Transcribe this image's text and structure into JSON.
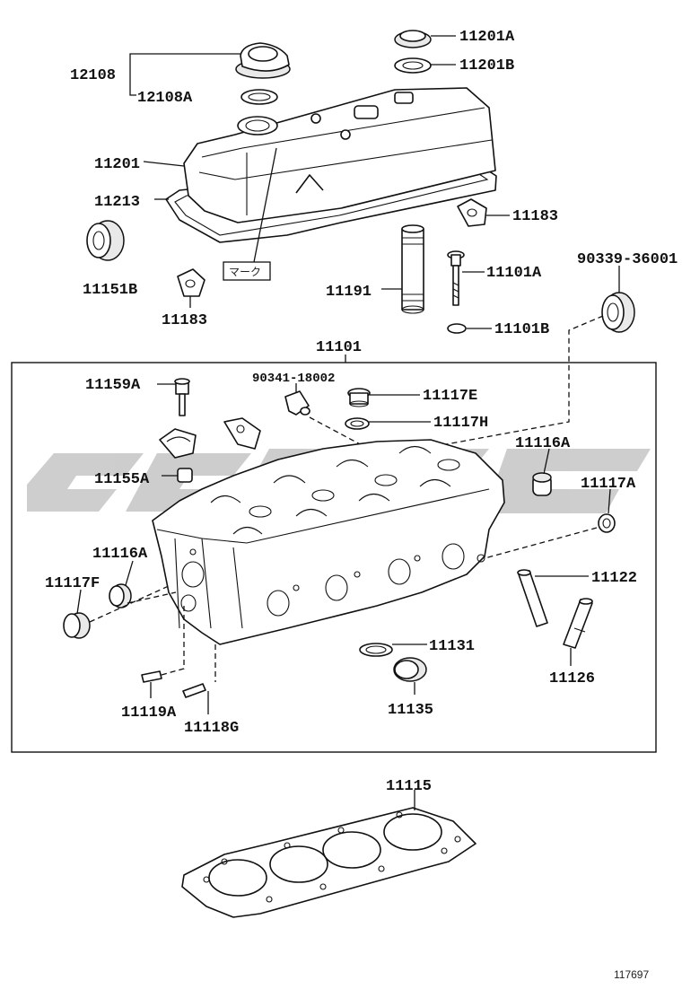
{
  "figure_id": "117697",
  "mark_label": "マーク",
  "group_labels": {
    "head_assembly": "11101"
  },
  "parts": {
    "oil_filler_cap": "12108",
    "filler_cap_gasket": "12108A",
    "valve_cover": "11201",
    "cover_grommet_a": "11201A",
    "cover_grommet_b": "11201B",
    "cover_gasket": "11213",
    "oil_seal_b": "11151B",
    "bracket_left": "11183",
    "bracket_right": "11183",
    "spark_plug_tube": "11191",
    "stud_bolt_a": "11101A",
    "washer_b": "11101B",
    "oil_seal_right": "90339-36001",
    "bolt_11159a": "11159A",
    "plug_90341": "90341-18002",
    "plug_11117e": "11117E",
    "gasket_11117h": "11117H",
    "plug_11116a_right": "11116A",
    "plug_11117a": "11117A",
    "bearing_cap": "11155A",
    "plug_11116a_left": "11116A",
    "plug_11117f": "11117F",
    "valve_guide_11122": "11122",
    "valve_guide_11126": "11126",
    "ring_11131": "11131",
    "ring_11135": "11135",
    "pin_11119a": "11119A",
    "pin_11118g": "11118G",
    "head_gasket": "11115"
  }
}
